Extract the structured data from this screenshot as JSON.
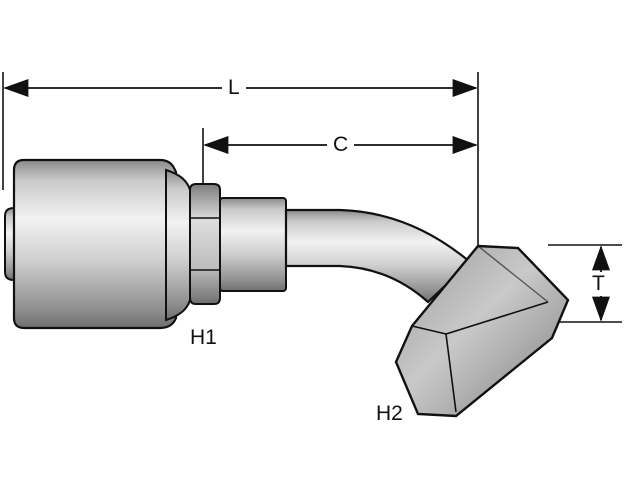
{
  "dimensions": {
    "overall_length": "L",
    "center_to_end": "C",
    "thread_height": "T",
    "hex_1": "H1",
    "hex_2": "H2"
  },
  "colors": {
    "line": "#111111",
    "metal_light": "#e6e6e6",
    "metal_mid": "#b5b5b5",
    "metal_dark": "#7a7a7a",
    "background": "#ffffff"
  }
}
